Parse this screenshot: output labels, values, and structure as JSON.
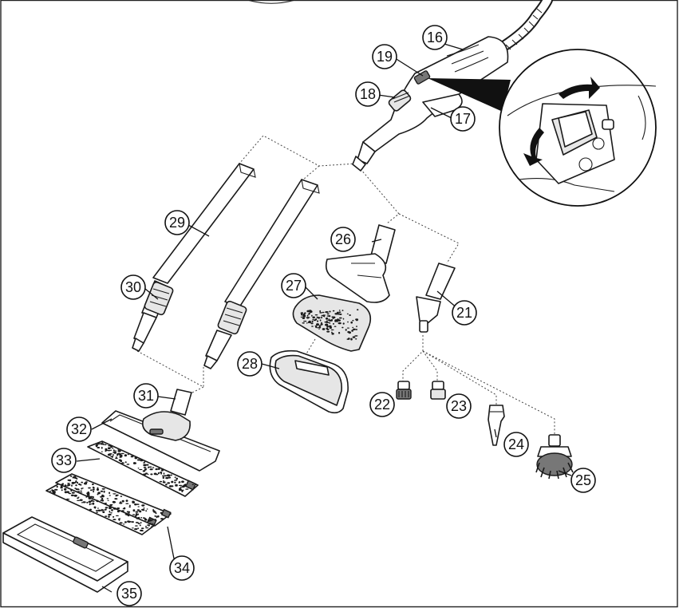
{
  "callouts": [
    {
      "id": "c16",
      "label": "16"
    },
    {
      "id": "c17",
      "label": "17"
    },
    {
      "id": "c18",
      "label": "18"
    },
    {
      "id": "c19",
      "label": "19"
    },
    {
      "id": "c21",
      "label": "21"
    },
    {
      "id": "c22",
      "label": "22"
    },
    {
      "id": "c23",
      "label": "23"
    },
    {
      "id": "c24",
      "label": "24"
    },
    {
      "id": "c25",
      "label": "25"
    },
    {
      "id": "c26",
      "label": "26"
    },
    {
      "id": "c27",
      "label": "27"
    },
    {
      "id": "c28",
      "label": "28"
    },
    {
      "id": "c29",
      "label": "29"
    },
    {
      "id": "c30",
      "label": "30"
    },
    {
      "id": "c31",
      "label": "31"
    },
    {
      "id": "c32",
      "label": "32"
    },
    {
      "id": "c33",
      "label": "33"
    },
    {
      "id": "c34",
      "label": "34"
    },
    {
      "id": "c35",
      "label": "35"
    }
  ]
}
